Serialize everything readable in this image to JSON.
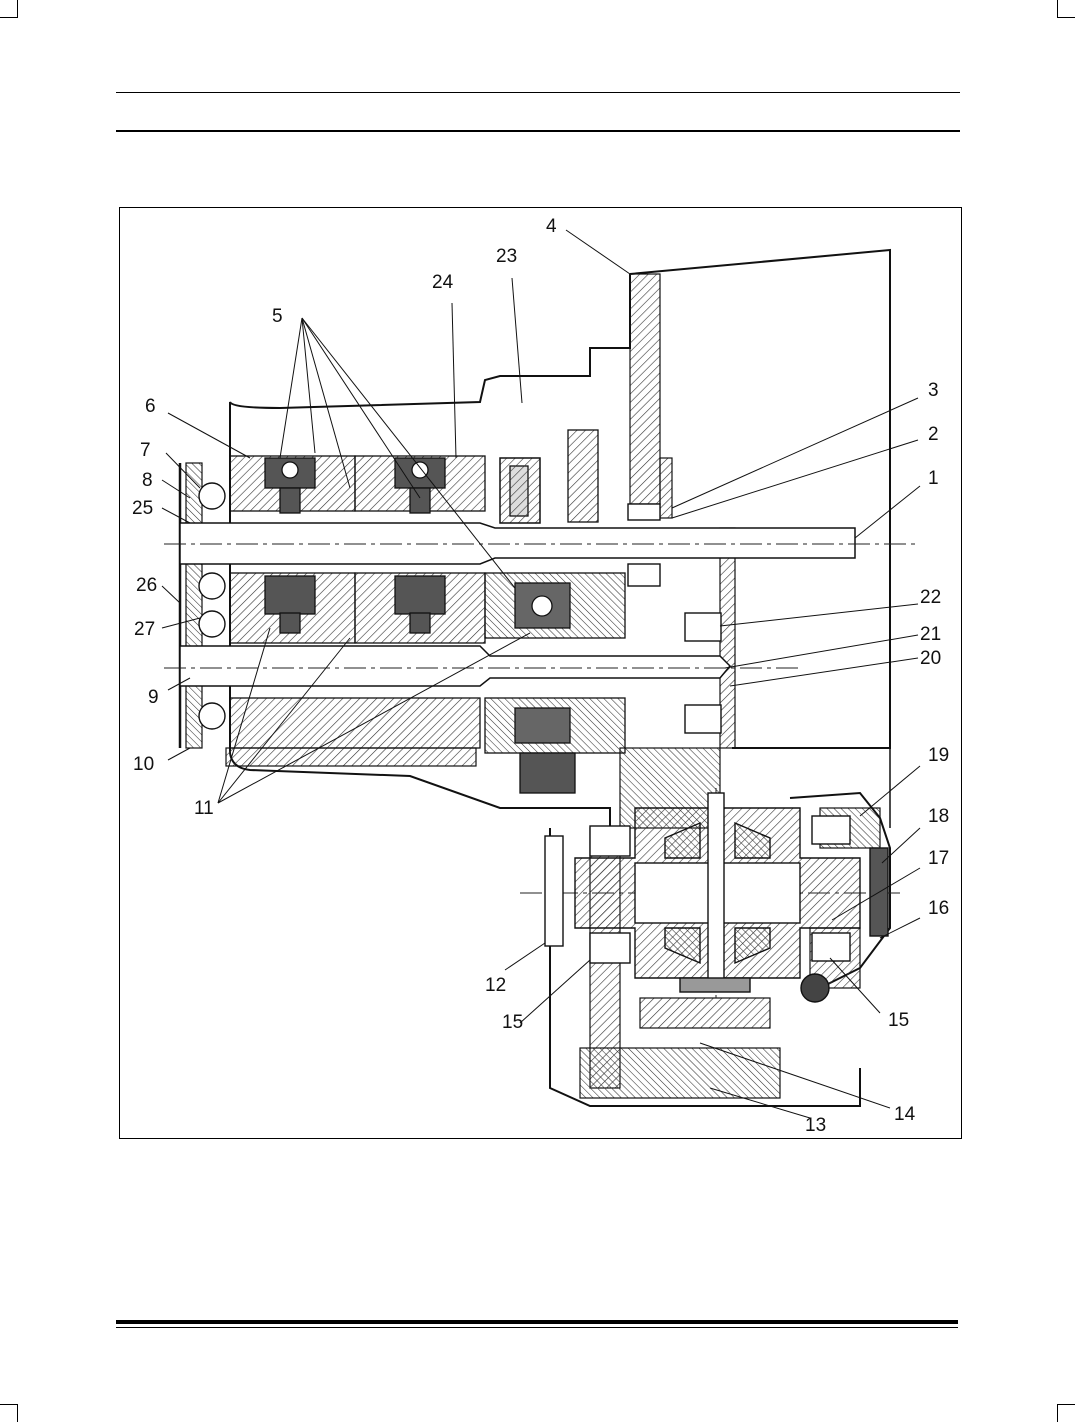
{
  "figure": {
    "callouts": [
      {
        "id": "c1",
        "label": "1"
      },
      {
        "id": "c2",
        "label": "2"
      },
      {
        "id": "c3",
        "label": "3"
      },
      {
        "id": "c4",
        "label": "4"
      },
      {
        "id": "c5",
        "label": "5"
      },
      {
        "id": "c6",
        "label": "6"
      },
      {
        "id": "c7",
        "label": "7"
      },
      {
        "id": "c8",
        "label": "8"
      },
      {
        "id": "c9",
        "label": "9"
      },
      {
        "id": "c10",
        "label": "10"
      },
      {
        "id": "c11",
        "label": "11"
      },
      {
        "id": "c12",
        "label": "12"
      },
      {
        "id": "c13",
        "label": "13"
      },
      {
        "id": "c14",
        "label": "14"
      },
      {
        "id": "c15a",
        "label": "15"
      },
      {
        "id": "c15b",
        "label": "15"
      },
      {
        "id": "c16",
        "label": "16"
      },
      {
        "id": "c17",
        "label": "17"
      },
      {
        "id": "c18",
        "label": "18"
      },
      {
        "id": "c19",
        "label": "19"
      },
      {
        "id": "c20",
        "label": "20"
      },
      {
        "id": "c21",
        "label": "21"
      },
      {
        "id": "c22",
        "label": "22"
      },
      {
        "id": "c23",
        "label": "23"
      },
      {
        "id": "c24",
        "label": "24"
      },
      {
        "id": "c25",
        "label": "25"
      },
      {
        "id": "c26",
        "label": "26"
      },
      {
        "id": "c27",
        "label": "27"
      }
    ]
  }
}
